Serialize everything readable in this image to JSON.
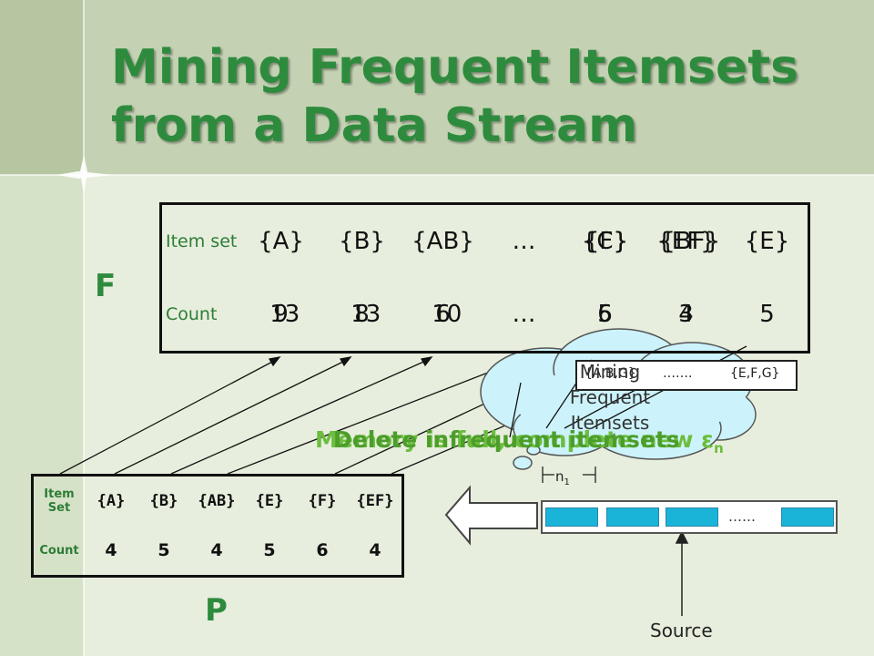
{
  "slide": {
    "title_line1": "Mining Frequent Itemsets",
    "title_line2": "from a Data Stream",
    "label_f": "F",
    "label_p": "P",
    "source_label": "Source",
    "n1_label": "n",
    "n1_sub": "1",
    "strip_dots": "……",
    "overlay_line1": "Memory is full, complete new ε",
    "overlay_sub": "n",
    "overlay_line2": "Delete infrequent itemsets",
    "cloud_line1": "Mining",
    "cloud_line2": "Frequent",
    "cloud_line3": "Itemsets",
    "pattern_items": [
      "{A,B,G}",
      "…….",
      "{E,F,G}"
    ]
  },
  "table_f": {
    "header_item": "Item set",
    "header_count": "Count",
    "itemsets": [
      "{A}",
      "{B}",
      "{AB}",
      "…",
      "{C}",
      "{EF}",
      "{E}"
    ],
    "itemsets_overlay": [
      "",
      "",
      "",
      "",
      "{F}",
      "{BF}",
      ""
    ],
    "counts": [
      "9",
      "8",
      "6",
      "…",
      "5",
      "3",
      "5"
    ],
    "counts_overlay": [
      "13",
      "13",
      "10",
      "",
      "6",
      "4",
      ""
    ]
  },
  "table_p": {
    "header_item": "Item Set",
    "header_count": "Count",
    "itemsets": [
      "{A}",
      "{B}",
      "{AB}",
      "{E}",
      "{F}",
      "{EF}"
    ],
    "counts": [
      "4",
      "5",
      "4",
      "5",
      "6",
      "4"
    ]
  },
  "colors": {
    "title_green": "#2e8b3e",
    "background": "#e7eedd",
    "cloud": "#ccf3fb",
    "stream_cell": "#1ab4d8"
  }
}
